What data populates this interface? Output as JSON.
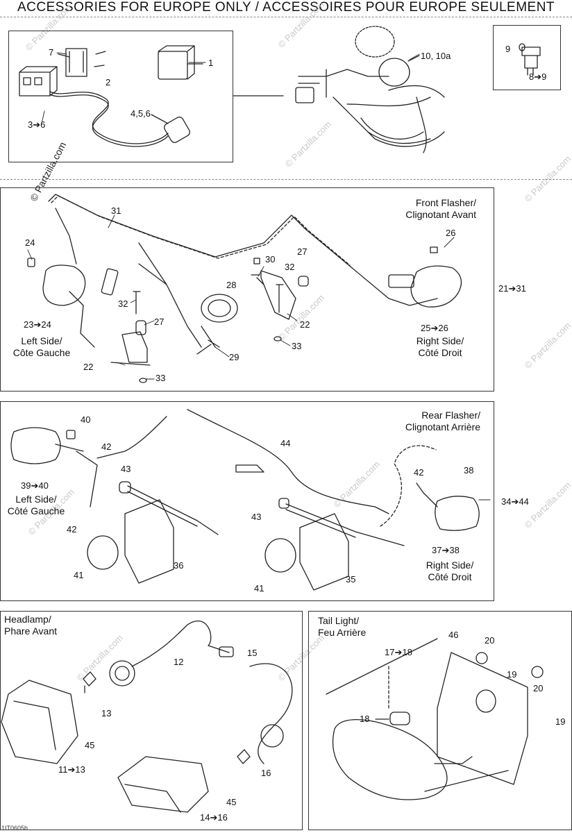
{
  "title": "ACCESSORIES FOR EUROPE ONLY / ACCESSOIRES POUR EUROPE SEULEMENT",
  "watermark": "© Partzilla.com",
  "figure_code": "1IT0605h",
  "sections": {
    "top": {
      "labels": [
        "7",
        "1",
        "2",
        "3➔6",
        "4,5,6",
        "10, 10a",
        "9",
        "8➔9"
      ]
    },
    "front": {
      "heading": "Front Flasher/\nClignotant Avant",
      "range": "21➔31",
      "left_side": "Left Side/\nCôte Gauche",
      "right_side": "Right Side/\nCôté Droit",
      "labels": [
        "31",
        "24",
        "23➔24",
        "26",
        "25➔26",
        "30",
        "27",
        "32",
        "32",
        "28",
        "27",
        "22",
        "22",
        "33",
        "33",
        "29"
      ]
    },
    "rear": {
      "heading": "Rear Flasher/\nClignotant Arrière",
      "range": "34➔44",
      "left_side": "Left Side/\nCôté Gauche",
      "right_side": "Right Side/\nCôté Droit",
      "labels": [
        "40",
        "42",
        "39➔40",
        "43",
        "44",
        "42",
        "38",
        "42",
        "43",
        "36",
        "41",
        "41",
        "35",
        "37➔38"
      ]
    },
    "headlamp": {
      "heading": "Headlamp/\nPhare Avant",
      "labels": [
        "12",
        "15",
        "13",
        "45",
        "11➔13",
        "16",
        "45",
        "14➔16"
      ]
    },
    "tail": {
      "heading": "Tail Light/\nFeu Arrière",
      "labels": [
        "46",
        "17➔18",
        "20",
        "19",
        "18",
        "20",
        "19"
      ]
    }
  }
}
